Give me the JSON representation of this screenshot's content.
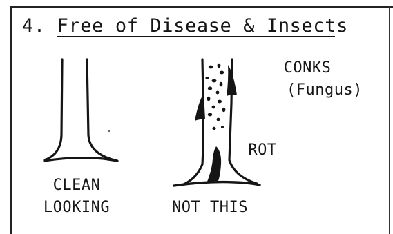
{
  "heading": {
    "number": "4.",
    "title": "Free of Disease & Insects"
  },
  "labels": {
    "clean_line1": "CLEAN",
    "clean_line2": "LOOKING",
    "not_this": "NOT THIS",
    "conks_line1": "CONKS",
    "conks_line2": "(Fungus)",
    "rot": "ROT"
  },
  "icons": {
    "clean_tree": "tree-trunk-clean-icon",
    "diseased_tree": "tree-trunk-diseased-icon"
  },
  "colors": {
    "ink": "#151515",
    "paper": "#ffffff"
  }
}
